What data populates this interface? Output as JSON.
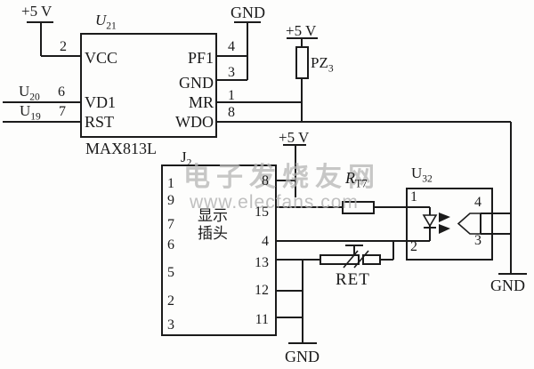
{
  "labels": {
    "power": "+5 V",
    "ground": "GND",
    "ret": "RET"
  },
  "watermark": {
    "title": "电子发烧友网",
    "url": "www.elecfans.com"
  },
  "u21": {
    "ref_base": "U",
    "ref_sub": "21",
    "part": "MAX813L",
    "pin2_num": "2",
    "pin2_name": "VCC",
    "pin6_num": "6",
    "pin6_name": "VD1",
    "pin7_num": "7",
    "pin7_name": "RST",
    "pin4_num": "4",
    "pin4_name": "PF1",
    "pin3_num": "3",
    "pin3_name": "GND",
    "pin1_num": "1",
    "pin1_name": "MR",
    "pin8_num": "8",
    "pin8_name": "WDO",
    "input_u20_base": "U",
    "input_u20_sub": "20",
    "input_u19_base": "U",
    "input_u19_sub": "19"
  },
  "pz3": {
    "base": "PZ",
    "sub": "3"
  },
  "j2": {
    "ref_base": "J",
    "ref_sub": "2",
    "name_line1": "显示",
    "name_line2": "插头",
    "left_pins": [
      "1",
      "9",
      "7",
      "6",
      "5",
      "2",
      "3"
    ],
    "right_pins": [
      "8",
      "15",
      "4",
      "13",
      "12",
      "11"
    ]
  },
  "rt7": {
    "base": "R",
    "sub": "T7"
  },
  "u32": {
    "ref_base": "U",
    "ref_sub": "32",
    "pin1": "1",
    "pin2": "2",
    "pin4": "4",
    "pin3": "3"
  }
}
